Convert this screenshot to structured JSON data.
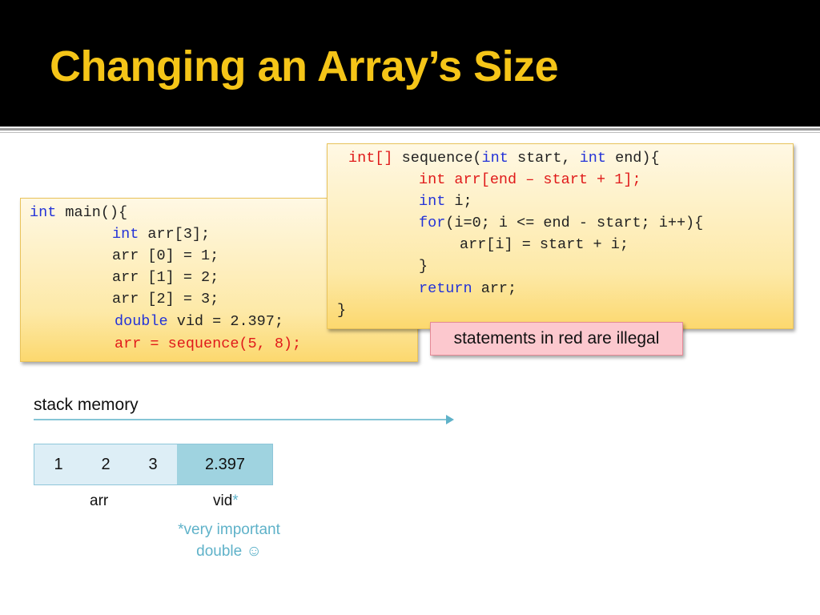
{
  "slide": {
    "title": "Changing an Array’s Size"
  },
  "main_code": {
    "line1_kw": "int",
    "line1_rest": " main(){",
    "line2_kw": "int",
    "line2_rest": " arr[3];",
    "line3": "arr [0] = 1;",
    "line4": "arr [1] = 2;",
    "line5": "arr [2] = 3;",
    "line6_kw": "double",
    "line6_rest": " vid = 2.397;",
    "line7": "arr = sequence(5, 8);"
  },
  "sequence_code": {
    "line1_red": "int[]",
    "line1_rest": " sequence(",
    "line1_kw1": "int",
    "line1_mid": " start, ",
    "line1_kw2": "int",
    "line1_end": " end){",
    "line2": "int arr[end – start + 1];",
    "line3_kw": "int",
    "line3_rest": " i;",
    "line4_kw": "for",
    "line4_rest": "(i=0; i <= end - start; i++){",
    "line5": "arr[i] = start + i;",
    "line6": "}",
    "line7_kw": "return",
    "line7_rest": " arr;",
    "line8": "}"
  },
  "note": {
    "text": "statements in red are illegal"
  },
  "stack": {
    "label": "stack memory",
    "cells": [
      "1",
      "2",
      "3"
    ],
    "vid_value": "2.397",
    "arr_label": "arr",
    "vid_label": "vid",
    "vid_star": "*",
    "footnote_line1": "*very important",
    "footnote_line2": "double ☺"
  },
  "colors": {
    "title": "#f5c518",
    "keyword": "#2433d8",
    "illegal": "#e01a1a",
    "accent": "#5fb2c9"
  }
}
